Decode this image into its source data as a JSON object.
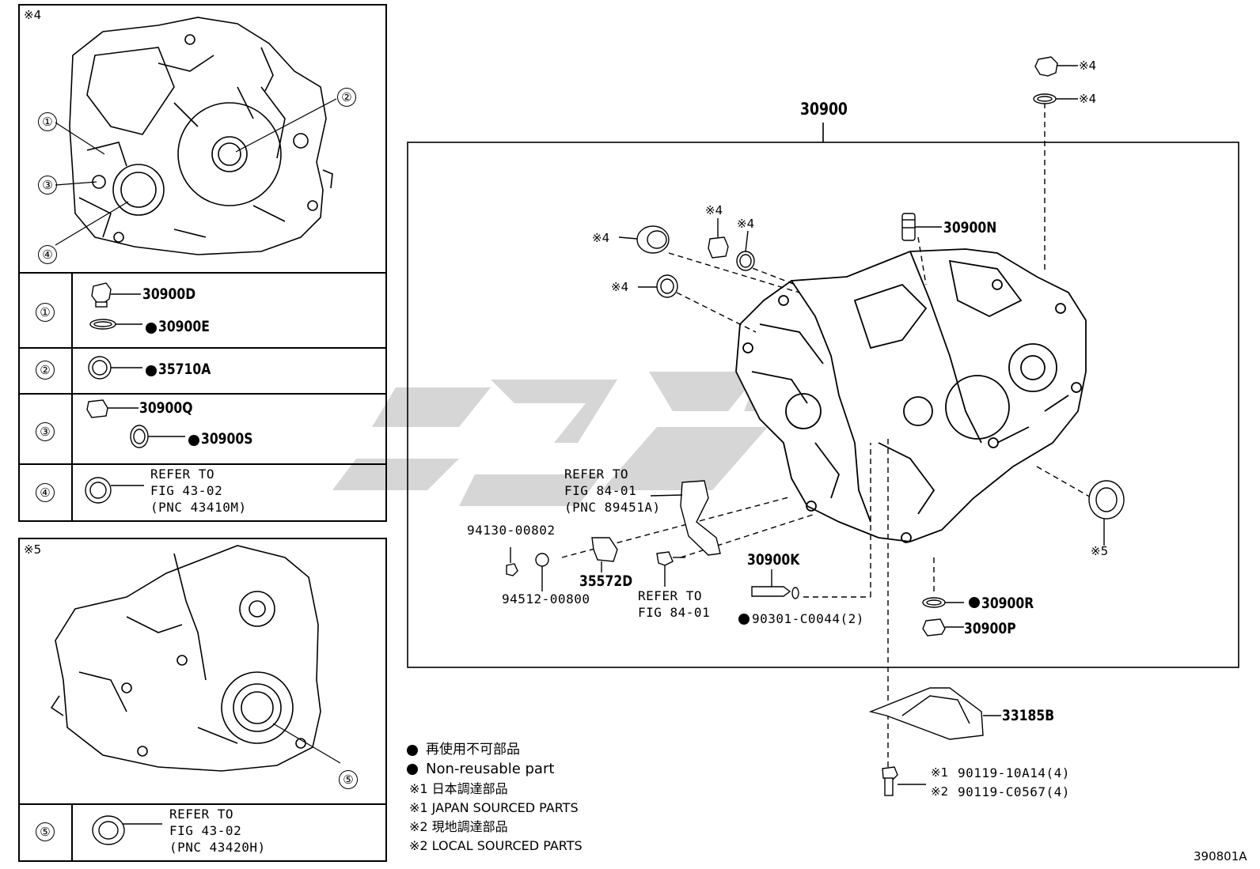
{
  "notes": {
    "n4": "※4",
    "n5": "※5"
  },
  "circled": [
    "①",
    "②",
    "③",
    "④",
    "⑤"
  ],
  "main_part": "30900",
  "parts": {
    "p30900D": "30900D",
    "p30900E": "30900E",
    "p35710A": "35710A",
    "p30900Q": "30900Q",
    "p30900S": "30900S",
    "p30900N": "30900N",
    "p30900K": "30900K",
    "p35572D": "35572D",
    "p30900R": "30900R",
    "p30900P": "30900P",
    "p33185B": "33185B",
    "p94130": "94130-00802",
    "p94512": "94512-00800",
    "p90301": "90301-C0044(2)",
    "p90119a": "90119-10A14(4)",
    "p90119b": "90119-C0567(4)"
  },
  "refs": {
    "r4": [
      "REFER TO",
      "FIG 43-02",
      "(PNC 43410M)"
    ],
    "r5": [
      "REFER TO",
      "FIG 43-02",
      "(PNC 43420H)"
    ],
    "r84a": [
      "REFER TO",
      "FIG 84-01",
      "(PNC 89451A)"
    ],
    "r84b": [
      "REFER TO",
      "FIG 84-01"
    ]
  },
  "legend": {
    "l1": "再使用不可部品",
    "l2": "Non-reusable part",
    "l3": "※1 日本調達部品",
    "l4": "※1 JAPAN SOURCED PARTS",
    "l5": "※2 現地調達部品",
    "l6": "※2 LOCAL SOURCED PARTS"
  },
  "bolt_notes": {
    "b1": "※1",
    "b2": "※2"
  },
  "figure_id": "390801A"
}
